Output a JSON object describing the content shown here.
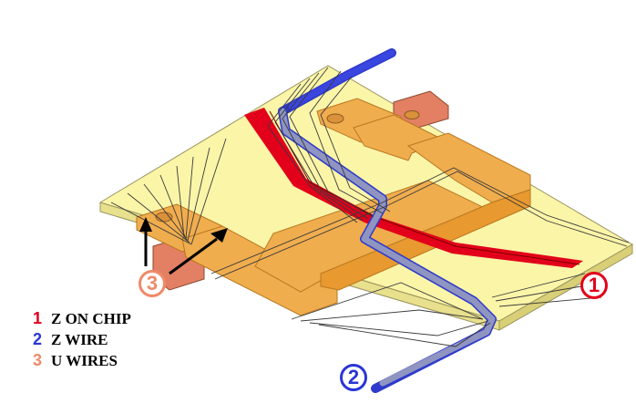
{
  "legend": {
    "items": [
      {
        "number": "1",
        "label": "Z ON CHIP",
        "color": "#e2001a"
      },
      {
        "number": "2",
        "label": "Z WIRE",
        "color": "#2a35d6"
      },
      {
        "number": "3",
        "label": "U WIRES",
        "color": "#ef8a6a"
      }
    ]
  },
  "badges": {
    "z_on_chip": "1",
    "z_wire": "2",
    "u_wires": "3"
  },
  "colors": {
    "substrate": "#fbf5a8",
    "copper_u": "#f0ad4e",
    "copper_pad": "#e37f63",
    "z_chip_trace": "#e2001a",
    "z_wire": "#3b45c8",
    "wire_line": "#3a3a3a"
  }
}
